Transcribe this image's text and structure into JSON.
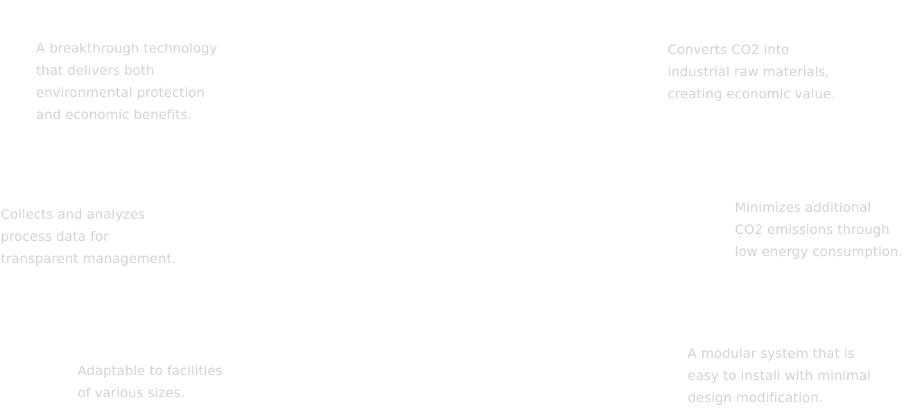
{
  "features": [
    {
      "lines": [
        "A breakthrough technology",
        "that delivers both",
        "environmental protection",
        "and economic benefits."
      ]
    },
    {
      "lines": [
        "Converts CO2 into",
        "industrial raw materials,",
        "creating economic value."
      ]
    },
    {
      "lines": [
        "Collects and analyzes",
        "process data for",
        "transparent management."
      ]
    },
    {
      "lines": [
        "Minimizes additional",
        "CO2 emissions through",
        "low energy consumption."
      ]
    },
    {
      "lines": [
        "Adaptable to facilities",
        "of various sizes."
      ]
    },
    {
      "lines": [
        "A modular system that is",
        "easy to install with minimal",
        "design modification."
      ]
    }
  ],
  "colors": {
    "background": "#ffffff",
    "text": "#d2d2d2"
  }
}
